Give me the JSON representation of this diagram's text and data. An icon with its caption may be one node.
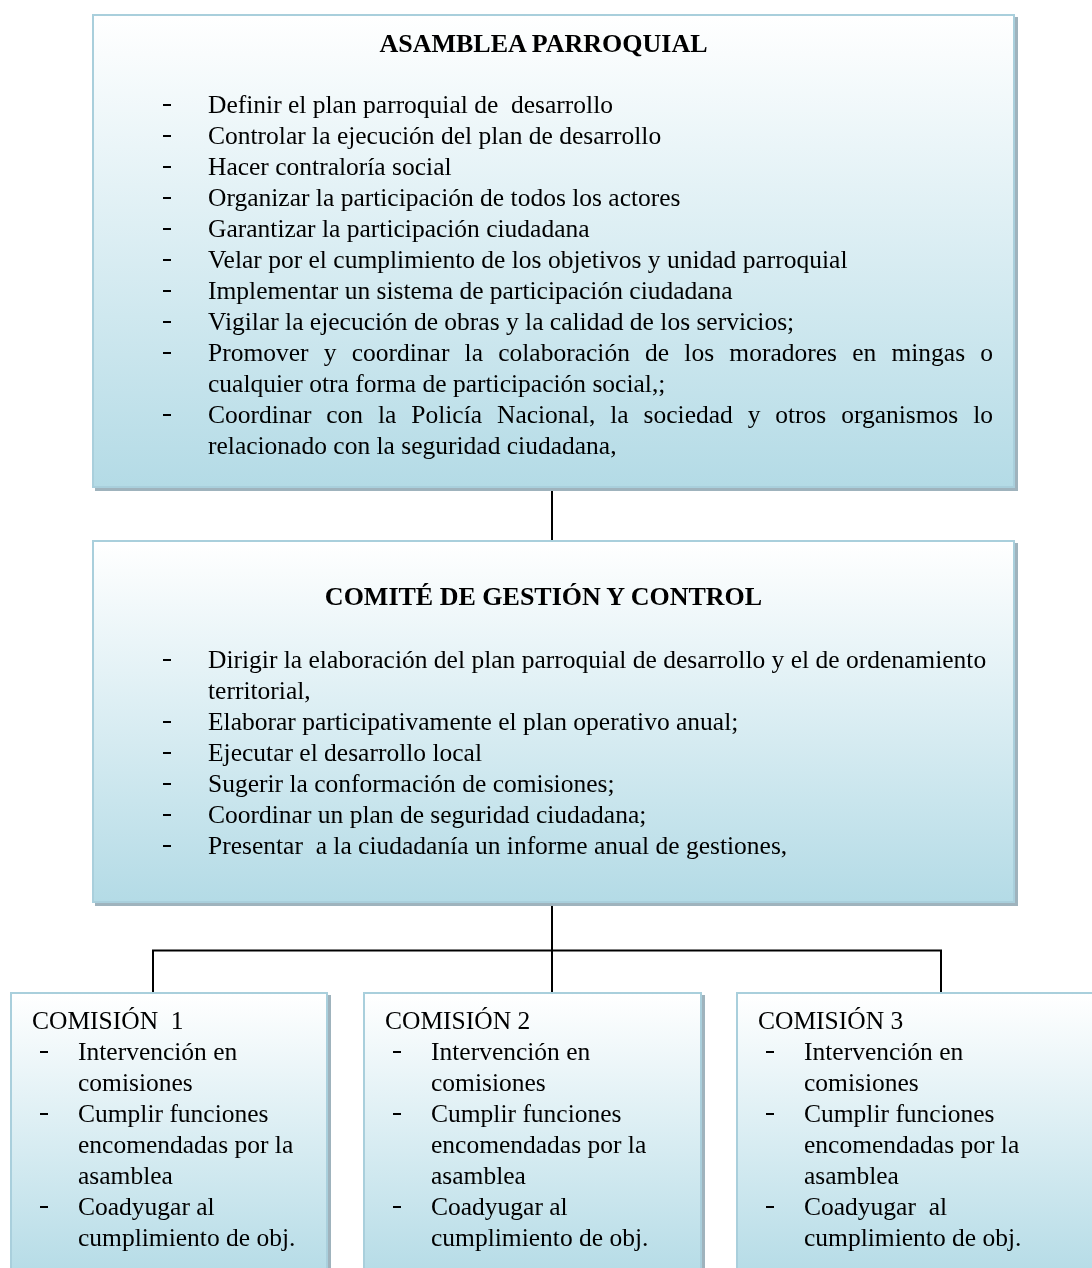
{
  "diagram": {
    "nodes": [
      {
        "text": [
          "ASAMBLEA PARROQUIAL",
          "Definir el plan parroquial de  desarrollo",
          "Controlar la ejecución del plan de desarrollo",
          "Hacer contraloría social",
          "Organizar la participación de todos los actores",
          "Garantizar la participación ciudadana",
          "Velar por el cumplimiento de los objetivos y unidad parroquial",
          "Implementar un sistema de participación ciudadana",
          "Vigilar la ejecución de obras y la calidad de los servicios;",
          "Promover y coordinar la colaboración de los moradores en mingas o cualquier otra forma de participación social,;",
          "Coordinar con la Policía Nacional, la sociedad y otros organismos lo relacionado con la seguridad ciudadana,"
        ]
      },
      {
        "text": [
          "COMITÉ DE GESTIÓN Y CONTROL",
          "Dirigir la elaboración del plan parroquial de desarrollo y el de ordenamiento    territorial,",
          "Elaborar participativamente el plan operativo anual;",
          "Ejecutar el desarrollo local",
          "Sugerir la conformación de comisiones;",
          "Coordinar un plan de seguridad ciudadana;",
          "Presentar  a la ciudadanía un informe anual de gestiones,"
        ]
      },
      {
        "text": [
          "COMISIÓN  1",
          "Intervención en comisiones",
          "Cumplir funciones encomendadas por la asamblea",
          "Coadyugar al cumplimiento de obj."
        ]
      },
      {
        "text": [
          "COMISIÓN 2",
          "Intervención en comisiones",
          "Cumplir funciones encomendadas por la asamblea",
          "Coadyugar al cumplimiento de obj."
        ]
      },
      {
        "text": [
          "COMISIÓN 3",
          "Intervención en comisiones",
          "Cumplir funciones encomendadas por la asamblea",
          "Coadyugar  al cumplimiento de obj."
        ]
      }
    ],
    "edges": [
      {
        "from": 0,
        "to": 1,
        "arrow": "none"
      },
      {
        "from": 1,
        "to": 2,
        "arrow": "none"
      },
      {
        "from": 1,
        "to": 3,
        "arrow": "none"
      },
      {
        "from": 1,
        "to": 4,
        "arrow": "none"
      }
    ]
  }
}
